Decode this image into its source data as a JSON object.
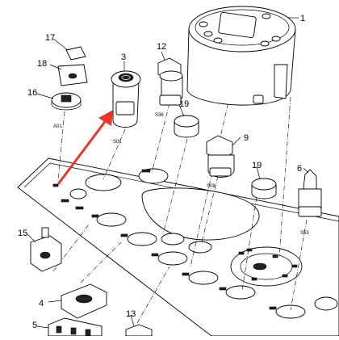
{
  "callouts": [
    {
      "n": "1"
    },
    {
      "n": "3"
    },
    {
      "n": "4"
    },
    {
      "n": "5"
    },
    {
      "n": "6"
    },
    {
      "n": "9"
    },
    {
      "n": "12"
    },
    {
      "n": "13"
    },
    {
      "n": "15"
    },
    {
      "n": "16"
    },
    {
      "n": "17"
    },
    {
      "n": "18"
    },
    {
      "n": "19"
    },
    {
      "n": "19"
    }
  ],
  "codes": {
    "a01": "A01",
    "s01": "S01",
    "s36": "S36",
    "s08": "S08",
    "s53": "S53"
  },
  "colors": {
    "line": "#000000",
    "highlight_arrow": "#e8372a",
    "background": "#ffffff"
  }
}
